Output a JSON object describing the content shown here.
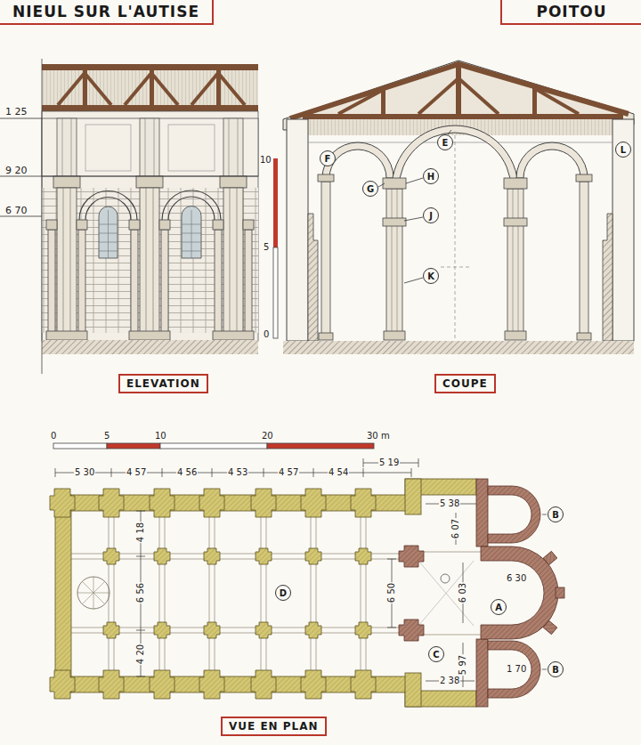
{
  "diagram": {
    "nodes": [
      {
        "text": [
          "NIEUL SUR L'AUTISE"
        ]
      },
      {
        "text": [
          "POITOU"
        ]
      },
      {
        "text": [
          "F"
        ]
      },
      {
        "text": [
          "G"
        ]
      },
      {
        "text": [
          "E"
        ]
      },
      {
        "text": [
          "H"
        ]
      },
      {
        "text": [
          "J"
        ]
      },
      {
        "text": [
          "K"
        ]
      },
      {
        "text": [
          "L"
        ]
      },
      {
        "text": [
          "ELEVATION"
        ]
      },
      {
        "text": [
          "COUPE"
        ]
      },
      {
        "text": [
          "D"
        ]
      },
      {
        "text": [
          "A"
        ]
      },
      {
        "text": [
          "B"
        ]
      },
      {
        "text": [
          "B"
        ]
      },
      {
        "text": [
          "C"
        ]
      },
      {
        "text": [
          "VUE EN PLAN"
        ]
      }
    ],
    "labels": [
      "1 25",
      "9 20",
      "6 70",
      "10",
      "5",
      "0",
      "0",
      "5",
      "10",
      "20",
      "30 m",
      "5 30",
      "4 57",
      "4 56",
      "4 53",
      "4 57",
      "4 54",
      "5 19",
      "5 38",
      "6 07",
      "4 18",
      "6 56",
      "4 20",
      "6 50",
      "6 03",
      "6 30",
      "5 97",
      "2 38",
      "1 70"
    ]
  }
}
